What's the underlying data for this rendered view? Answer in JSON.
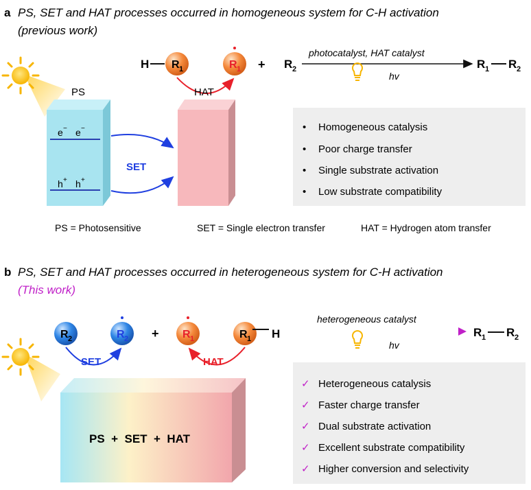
{
  "panel_a": {
    "letter": "a",
    "title": "PS, SET and HAT processes occurred in homogeneous system for C-H activation",
    "subtitle": "(previous work)",
    "ps_label": "PS",
    "electron": "e",
    "hole": "h",
    "set_label": "SET",
    "hat_label": "HAT",
    "atom_h": "H",
    "r_letter": "R",
    "sub1": "1",
    "sub2": "2",
    "plus": "+",
    "arrow_top": "photocatalyst, HAT catalyst",
    "arrow_bottom": "hv",
    "features": [
      "Homogeneous catalysis",
      "Poor charge transfer",
      "Single substrate activation",
      "Low substrate compatibility"
    ],
    "bullet": "•",
    "definitions": [
      "PS = Photosensitive",
      "SET = Single electron transfer",
      "HAT = Hydrogen atom transfer"
    ]
  },
  "panel_b": {
    "letter": "b",
    "title": "PS, SET and HAT processes occurred in heterogeneous system for C-H activation",
    "subtitle": "(This work)",
    "set_label": "SET",
    "hat_label": "HAT",
    "atom_h": "H",
    "r_letter": "R",
    "sub1": "1",
    "sub2": "2",
    "plus": "+",
    "arrow_top": "heterogeneous catalyst",
    "arrow_bottom": "hv",
    "block_text": "PS  +  SET  +  HAT",
    "check": "✓",
    "features": [
      "Heterogeneous catalysis",
      "Faster charge transfer",
      "Dual substrate activation",
      "Excellent substrate compatibility",
      "Higher conversion and selectivity"
    ]
  },
  "colors": {
    "orange_sphere": "#f58a3c",
    "blue_sphere": "#2f86e6",
    "red_text": "#e8202a",
    "blue_text": "#1f3fe0",
    "magenta": "#c020c8",
    "ps_block": "#a8e4f0",
    "hat_block": "#f7b8bc",
    "info_box": "#eeeeee"
  }
}
